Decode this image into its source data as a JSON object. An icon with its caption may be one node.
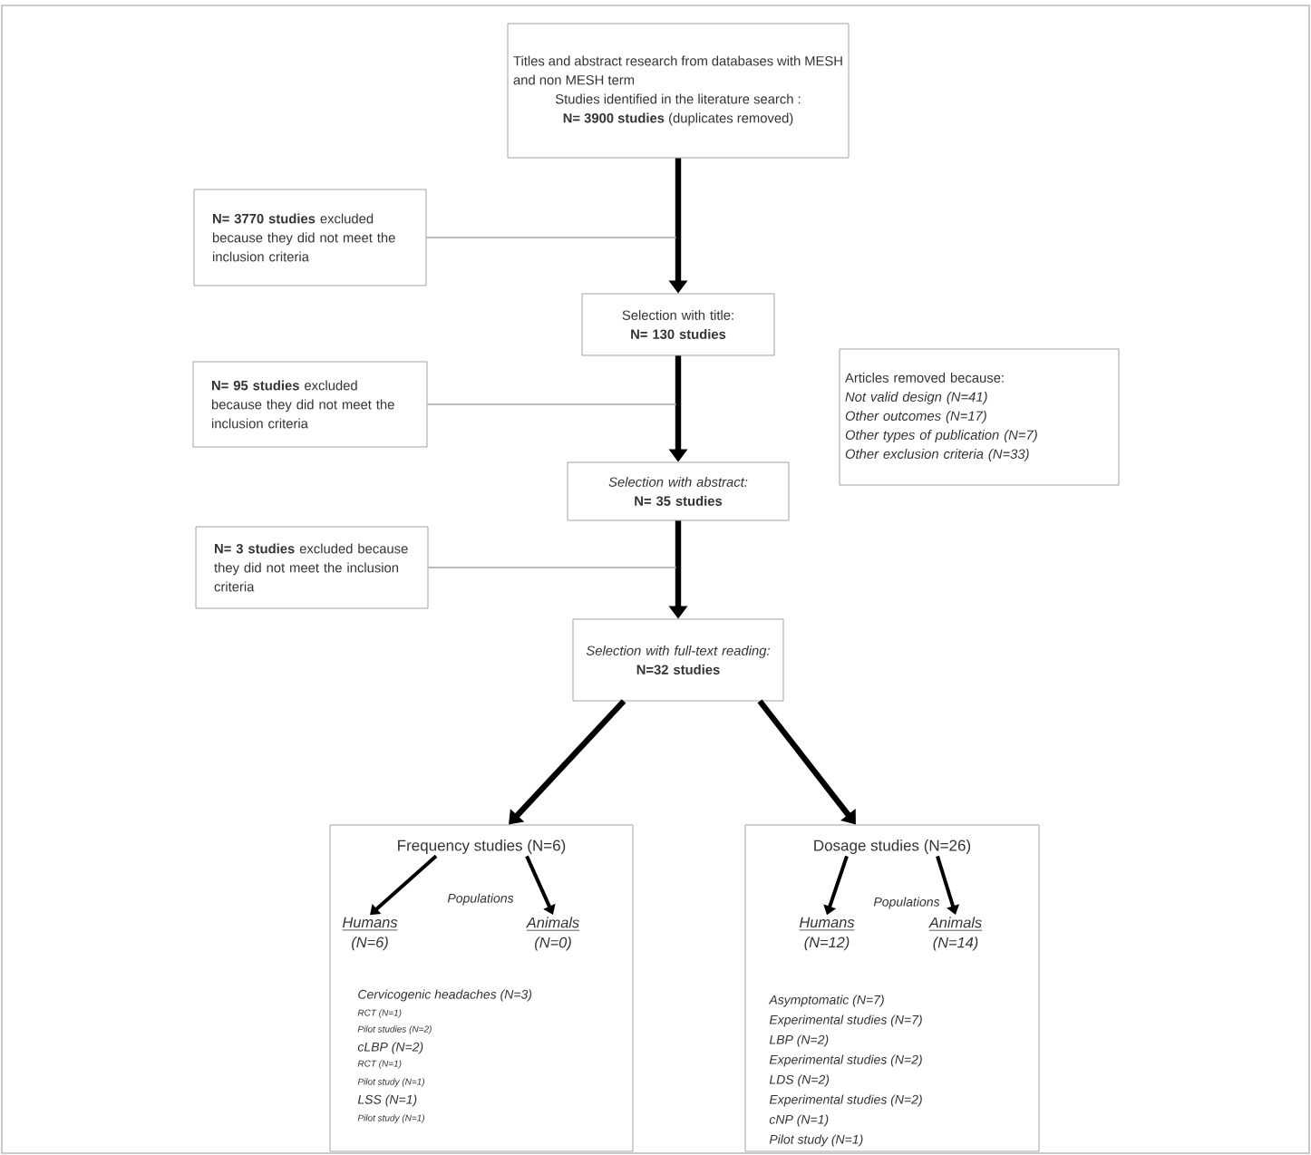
{
  "diagram": {
    "nodes": [
      {
        "text": [
          "Titles and abstract research from databases with MESH and non MESH term",
          "Studies identified in the literature search :",
          "**N= 3900 studies** (duplicates removed)"
        ]
      },
      {
        "text": [
          "**N= 3770 studies** excluded because they did not meet the inclusion criteria"
        ]
      },
      {
        "text": [
          "Selection with title:",
          "N= 130 studies"
        ]
      },
      {
        "text": [
          "**N= 95 studies** excluded because they did not meet the inclusion criteria"
        ]
      },
      {
        "text": [
          "Articles removed because:",
          "Not valid design (N=41)",
          "Other outcomes (N=17)",
          "Other types of publication (N=7)",
          "Other exclusion criteria (N=33)"
        ]
      },
      {
        "text": [
          "Selection with abstract:",
          "N= 35 studies"
        ]
      },
      {
        "text": [
          "**N= 3 studies** excluded because they did not meet the inclusion criteria"
        ]
      },
      {
        "text": [
          "Selection with full-text reading:",
          "N=32 studies"
        ]
      },
      {
        "text": [],
        "shape": "box"
      },
      {
        "text": [
          "Frequency studies (N=6)"
        ],
        "in": 8
      },
      {
        "text": [
          "Humans",
          "(N=6)"
        ],
        "in": 8
      },
      {
        "text": [
          "Animals",
          "(N=0)"
        ],
        "in": 8
      },
      {
        "text": [],
        "shape": "box"
      },
      {
        "text": [
          "Dosage studies (N=26)"
        ],
        "in": 12
      },
      {
        "text": [
          "Humans",
          "(N=12)"
        ],
        "in": 12
      },
      {
        "text": [
          "Animals",
          "(N=14)"
        ],
        "in": 12
      }
    ],
    "edges": [
      {
        "from": 0,
        "to": 2,
        "arrow": "to"
      },
      {
        "from": 1,
        "to": null,
        "arrow": "none",
        "color": "#a6a6a6"
      },
      {
        "from": 2,
        "to": 5,
        "arrow": "to"
      },
      {
        "from": 3,
        "to": null,
        "arrow": "none",
        "color": "#a6a6a6"
      },
      {
        "from": 5,
        "to": 7,
        "arrow": "to"
      },
      {
        "from": 6,
        "to": null,
        "arrow": "none",
        "color": "#a6a6a6"
      },
      {
        "from": 7,
        "to": 8,
        "arrow": "to"
      },
      {
        "from": 7,
        "to": 12,
        "arrow": "to"
      },
      {
        "from": 9,
        "to": 10,
        "arrow": "to"
      },
      {
        "from": 9,
        "to": 11,
        "arrow": "to"
      },
      {
        "from": 13,
        "to": 14,
        "arrow": "to"
      },
      {
        "from": 13,
        "to": 15,
        "arrow": "to"
      }
    ],
    "labels": [
      "Populations",
      "Cervicogenic headaches (N=3)",
      "RCT (N=1)",
      "Pilot studies (N=2)",
      "cLBP (N=2)",
      "RCT (N=1)",
      "Pilot study (N=1)",
      "LSS (N=1)",
      "Pilot study (N=1)",
      "Populations",
      "Asymptomatic (N=7)",
      "Experimental studies (N=7)",
      "LBP (N=2)",
      "Experimental studies (N=2)",
      "LDS (N=2)",
      "Experimental studies (N=2)",
      "cNP (N=1)",
      "Pilot study (N=1)"
    ]
  }
}
